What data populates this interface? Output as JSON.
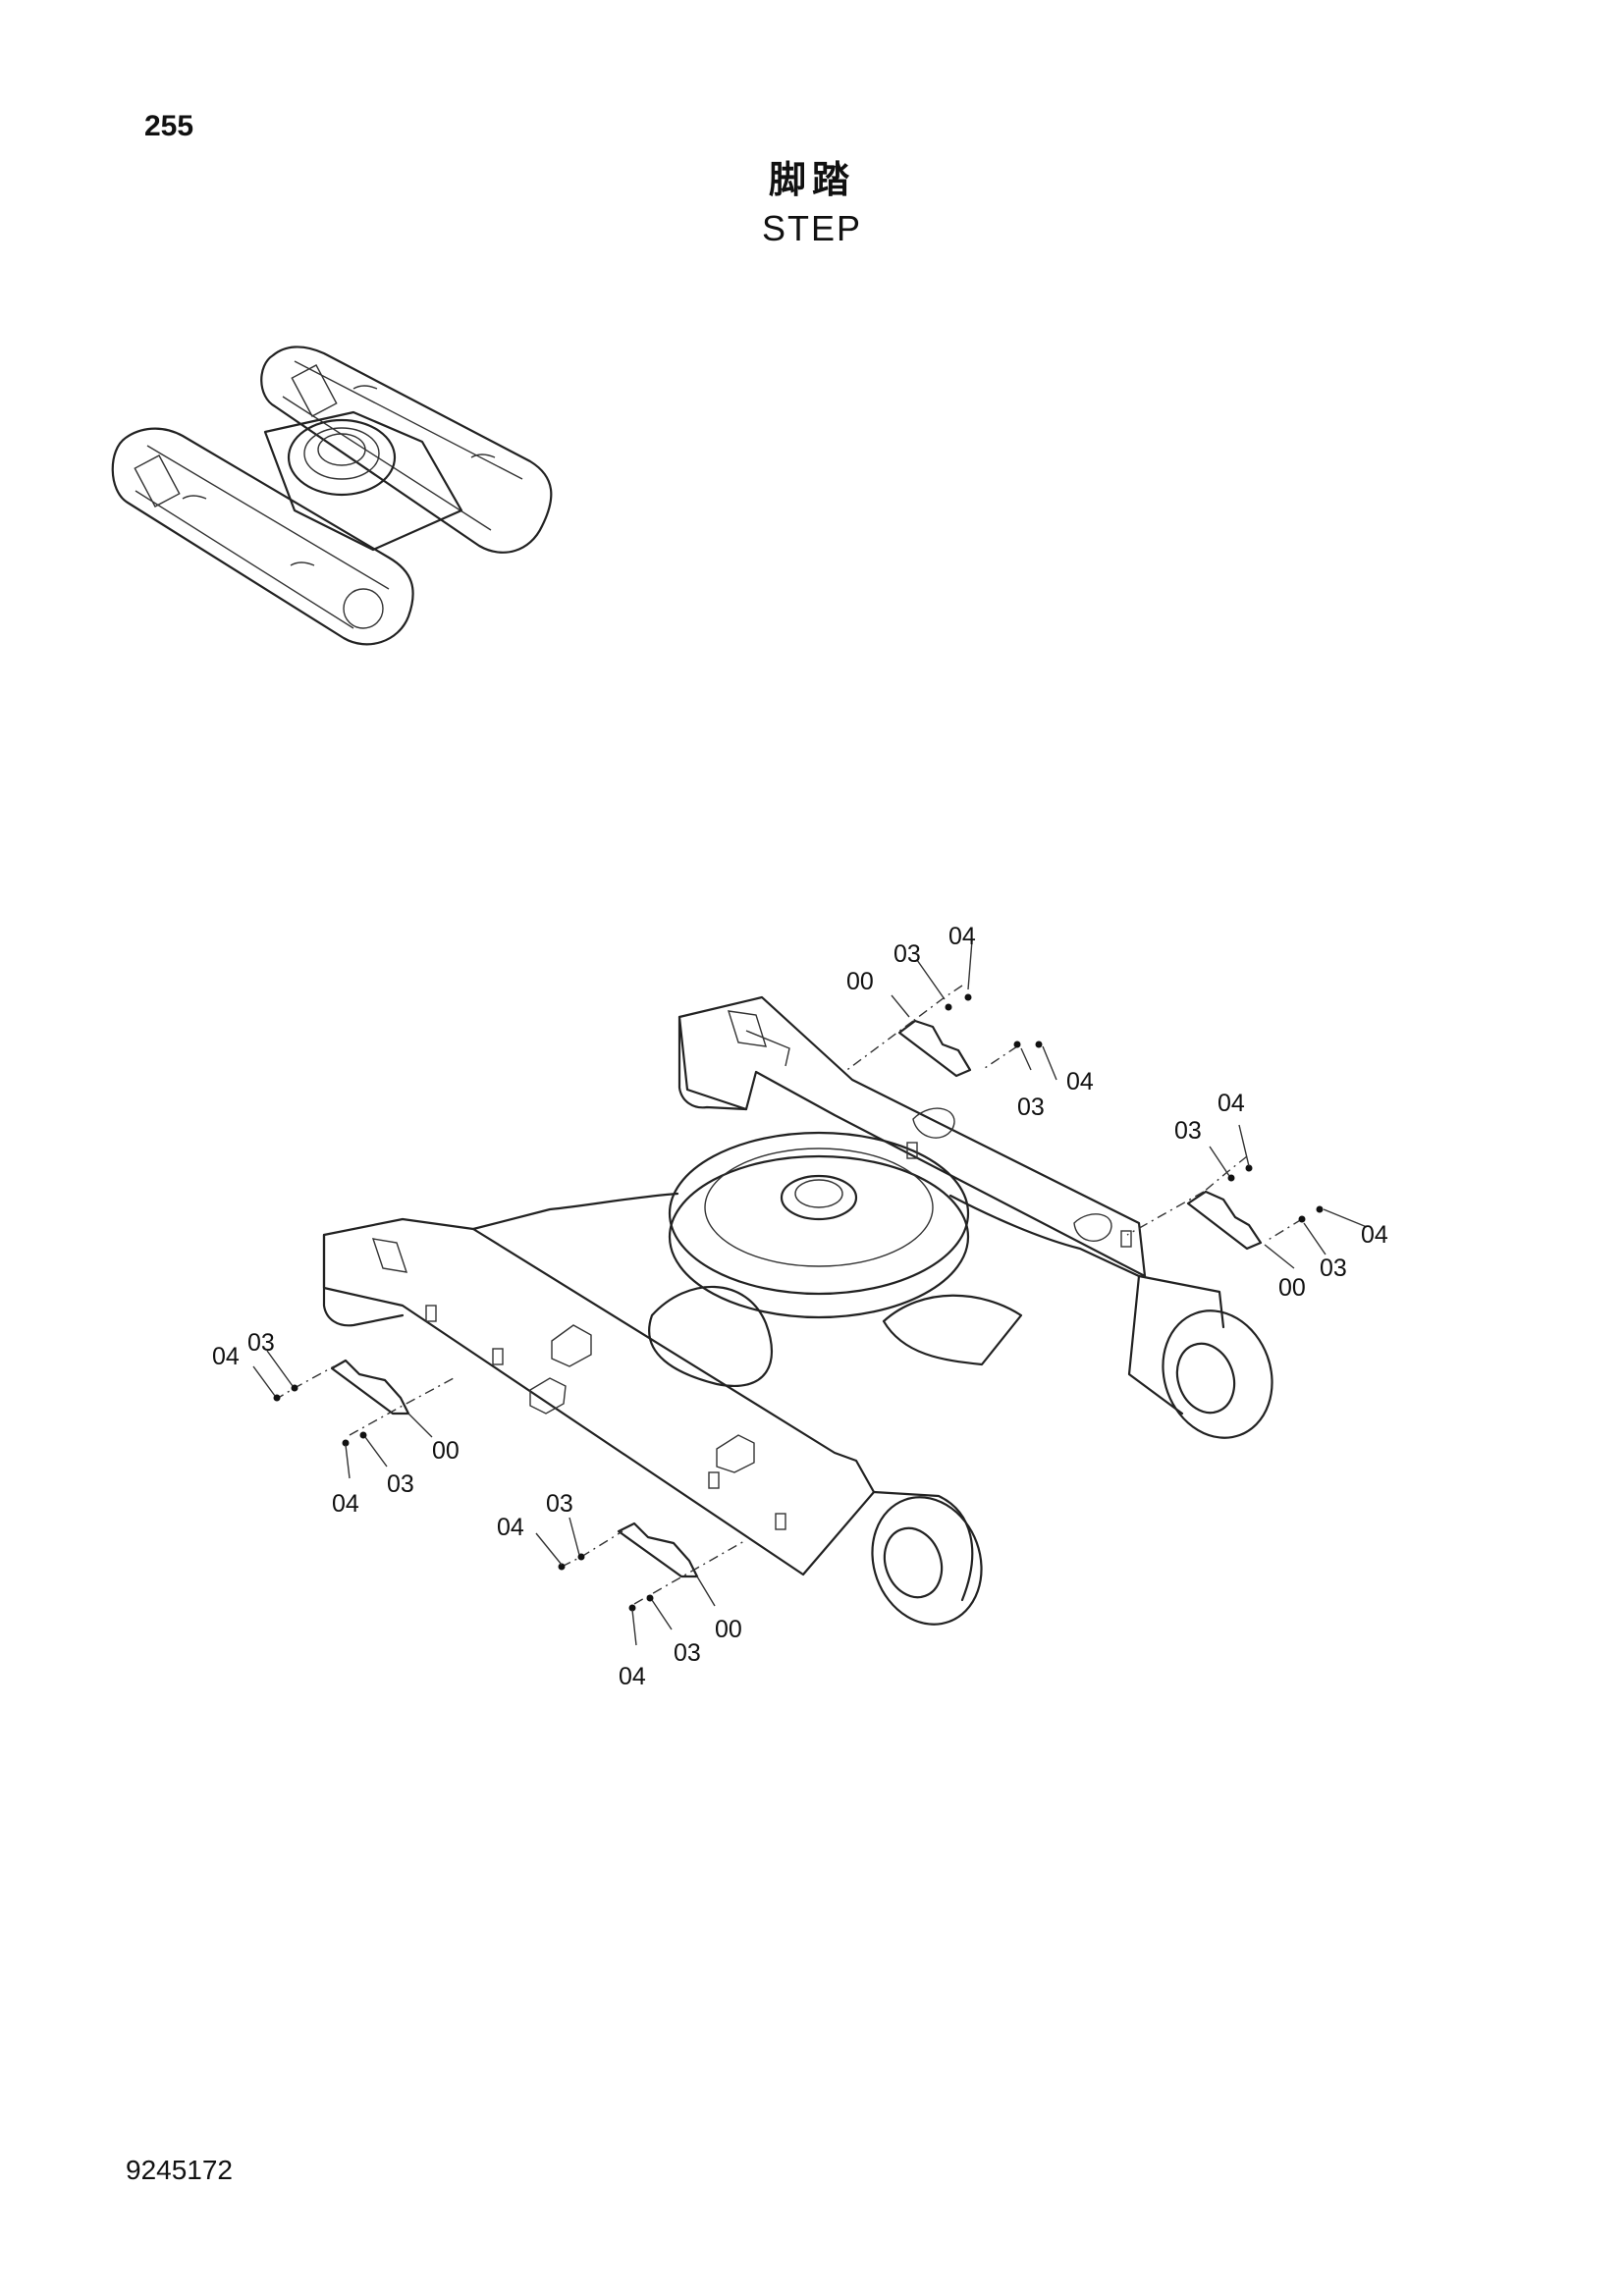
{
  "header": {
    "page_number": "255",
    "title_cn": "脚踏",
    "title_en": "STEP"
  },
  "footer": {
    "doc_number": "9245172"
  },
  "callouts": {
    "step_upper": {
      "part": "00",
      "washer_top": "03",
      "bolt_top": "04",
      "washer_side": "03",
      "bolt_side": "04"
    },
    "step_right": {
      "part": "00",
      "washer_top": "03",
      "bolt_top": "04",
      "washer_side": "03",
      "bolt_side": "04"
    },
    "step_left": {
      "part": "00",
      "washer_top": "03",
      "bolt_top": "04",
      "washer_bottom": "03",
      "bolt_bottom": "04"
    },
    "step_front": {
      "part": "00",
      "washer_top": "03",
      "bolt_top": "04",
      "washer_bottom": "03",
      "bolt_bottom": "04"
    }
  }
}
